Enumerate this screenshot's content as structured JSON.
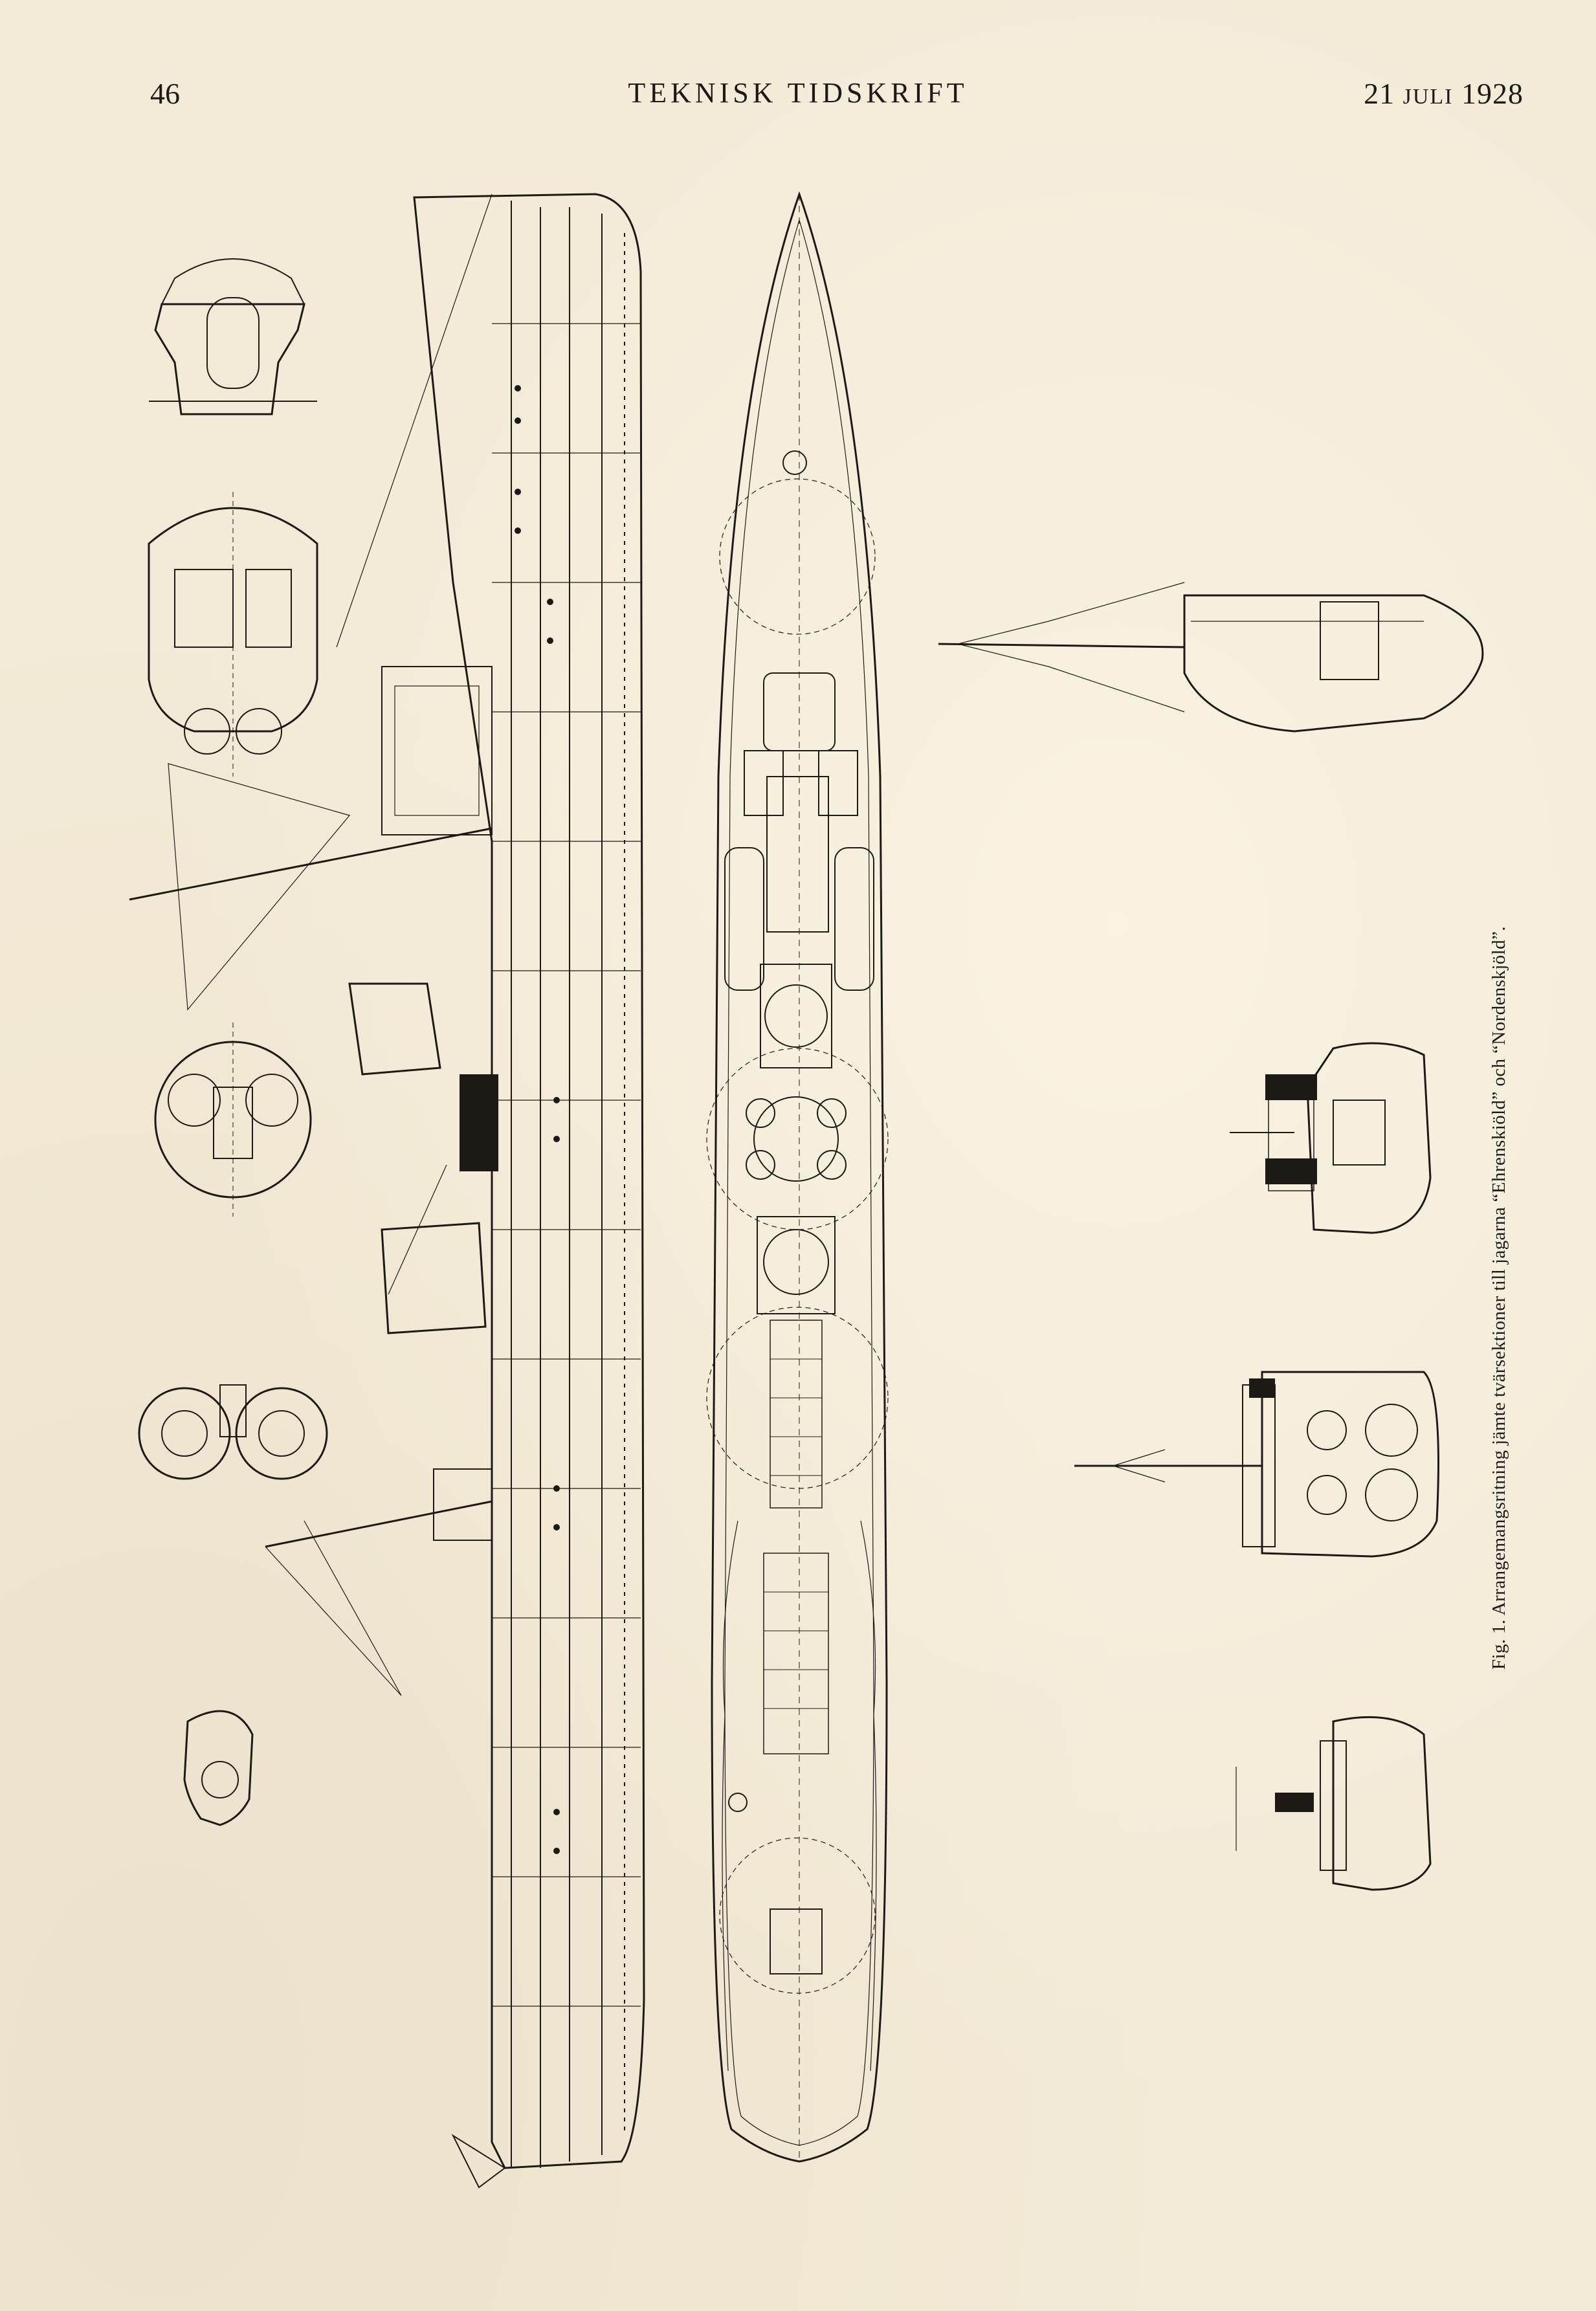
{
  "header": {
    "page_number": "46",
    "journal_title": "TEKNISK TIDSKRIFT",
    "date_day": "21",
    "date_month": "JULI",
    "date_year": "1928"
  },
  "figure": {
    "caption": "Fig. 1.  Arrangemangsritning jämte tvärsektioner till jagarna “Ehrenskiöld” och “Nordenskjöld”."
  },
  "colors": {
    "paper": "#f3ead7",
    "ink": "#1d1a16"
  }
}
